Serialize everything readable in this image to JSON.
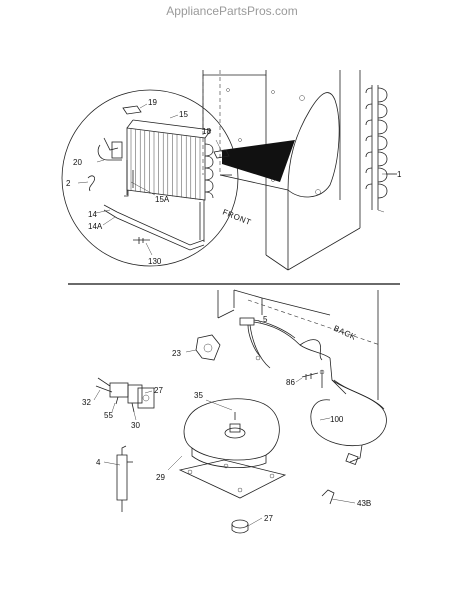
{
  "watermark": "AppliancePartsPros.com",
  "callouts": {
    "c19": "19",
    "c15": "15",
    "c18": "18",
    "c20": "20",
    "c2": "2",
    "c15a": "15A",
    "c14": "14",
    "c14a": "14A",
    "c130": "130",
    "c1": "1",
    "c5": "5",
    "c23": "23",
    "c86": "86",
    "c100": "100",
    "c32": "32",
    "c55": "55",
    "c27a": "27",
    "c30": "30",
    "c35": "35",
    "c4": "4",
    "c29": "29",
    "c27b": "27",
    "c43b": "43B"
  },
  "text_labels": {
    "front": "FRONT",
    "back": "BACK"
  }
}
